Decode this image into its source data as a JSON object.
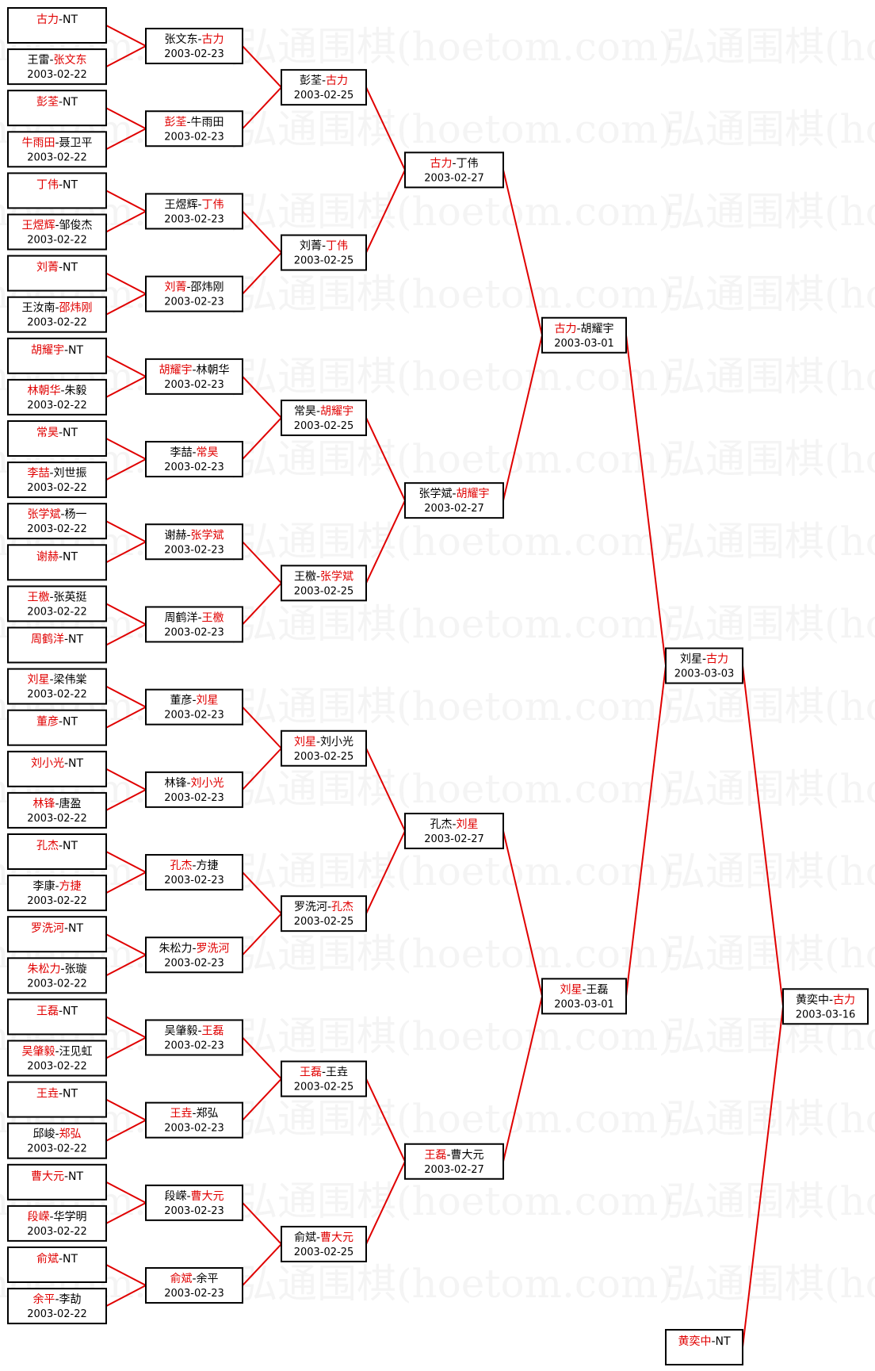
{
  "watermark": "弘通围棋(hoetom.com)",
  "colors": {
    "winner": "#e00000",
    "loser": "#000000",
    "line": "#e00000",
    "border": "#000000"
  },
  "bracket": {
    "rounds": [
      [
        {
          "a": "古力",
          "b": "NT",
          "win": "a",
          "date": ""
        },
        {
          "a": "王雷",
          "b": "张文东",
          "win": "b",
          "date": "2003-02-22"
        },
        {
          "a": "彭荃",
          "b": "NT",
          "win": "a",
          "date": ""
        },
        {
          "a": "牛雨田",
          "b": "聂卫平",
          "win": "a",
          "date": "2003-02-22"
        },
        {
          "a": "丁伟",
          "b": "NT",
          "win": "a",
          "date": ""
        },
        {
          "a": "王煜辉",
          "b": "邹俊杰",
          "win": "a",
          "date": "2003-02-22"
        },
        {
          "a": "刘菁",
          "b": "NT",
          "win": "a",
          "date": ""
        },
        {
          "a": "王汝南",
          "b": "邵炜刚",
          "win": "b",
          "date": "2003-02-22"
        },
        {
          "a": "胡耀宇",
          "b": "NT",
          "win": "a",
          "date": ""
        },
        {
          "a": "林朝华",
          "b": "朱毅",
          "win": "a",
          "date": "2003-02-22"
        },
        {
          "a": "常昊",
          "b": "NT",
          "win": "a",
          "date": ""
        },
        {
          "a": "李喆",
          "b": "刘世振",
          "win": "a",
          "date": "2003-02-22"
        },
        {
          "a": "张学斌",
          "b": "杨一",
          "win": "a",
          "date": "2003-02-22"
        },
        {
          "a": "谢赫",
          "b": "NT",
          "win": "a",
          "date": ""
        },
        {
          "a": "王檄",
          "b": "张英挺",
          "win": "a",
          "date": "2003-02-22"
        },
        {
          "a": "周鹤洋",
          "b": "NT",
          "win": "a",
          "date": ""
        },
        {
          "a": "刘星",
          "b": "梁伟棠",
          "win": "a",
          "date": "2003-02-22"
        },
        {
          "a": "董彦",
          "b": "NT",
          "win": "a",
          "date": ""
        },
        {
          "a": "刘小光",
          "b": "NT",
          "win": "a",
          "date": ""
        },
        {
          "a": "林锋",
          "b": "唐盈",
          "win": "a",
          "date": "2003-02-22"
        },
        {
          "a": "孔杰",
          "b": "NT",
          "win": "a",
          "date": ""
        },
        {
          "a": "李康",
          "b": "方捷",
          "win": "b",
          "date": "2003-02-22"
        },
        {
          "a": "罗洗河",
          "b": "NT",
          "win": "a",
          "date": ""
        },
        {
          "a": "朱松力",
          "b": "张璇",
          "win": "a",
          "date": "2003-02-22"
        },
        {
          "a": "王磊",
          "b": "NT",
          "win": "a",
          "date": ""
        },
        {
          "a": "吴肇毅",
          "b": "汪见虹",
          "win": "a",
          "date": "2003-02-22"
        },
        {
          "a": "王垚",
          "b": "NT",
          "win": "a",
          "date": ""
        },
        {
          "a": "邱峻",
          "b": "郑弘",
          "win": "b",
          "date": "2003-02-22"
        },
        {
          "a": "曹大元",
          "b": "NT",
          "win": "a",
          "date": ""
        },
        {
          "a": "段嵘",
          "b": "华学明",
          "win": "a",
          "date": "2003-02-22"
        },
        {
          "a": "俞斌",
          "b": "NT",
          "win": "a",
          "date": ""
        },
        {
          "a": "余平",
          "b": "李劼",
          "win": "a",
          "date": "2003-02-22"
        }
      ],
      [
        {
          "a": "张文东",
          "b": "古力",
          "win": "b",
          "date": "2003-02-23"
        },
        {
          "a": "彭荃",
          "b": "牛雨田",
          "win": "a",
          "date": "2003-02-23"
        },
        {
          "a": "王煜辉",
          "b": "丁伟",
          "win": "b",
          "date": "2003-02-23"
        },
        {
          "a": "刘菁",
          "b": "邵炜刚",
          "win": "a",
          "date": "2003-02-23"
        },
        {
          "a": "胡耀宇",
          "b": "林朝华",
          "win": "a",
          "date": "2003-02-23"
        },
        {
          "a": "李喆",
          "b": "常昊",
          "win": "b",
          "date": "2003-02-23"
        },
        {
          "a": "谢赫",
          "b": "张学斌",
          "win": "b",
          "date": "2003-02-23"
        },
        {
          "a": "周鹤洋",
          "b": "王檄",
          "win": "b",
          "date": "2003-02-23"
        },
        {
          "a": "董彦",
          "b": "刘星",
          "win": "b",
          "date": "2003-02-23"
        },
        {
          "a": "林锋",
          "b": "刘小光",
          "win": "b",
          "date": "2003-02-23"
        },
        {
          "a": "孔杰",
          "b": "方捷",
          "win": "a",
          "date": "2003-02-23"
        },
        {
          "a": "朱松力",
          "b": "罗洗河",
          "win": "b",
          "date": "2003-02-23"
        },
        {
          "a": "吴肇毅",
          "b": "王磊",
          "win": "b",
          "date": "2003-02-23"
        },
        {
          "a": "王垚",
          "b": "郑弘",
          "win": "a",
          "date": "2003-02-23"
        },
        {
          "a": "段嵘",
          "b": "曹大元",
          "win": "b",
          "date": "2003-02-23"
        },
        {
          "a": "俞斌",
          "b": "余平",
          "win": "a",
          "date": "2003-02-23"
        }
      ],
      [
        {
          "a": "彭荃",
          "b": "古力",
          "win": "b",
          "date": "2003-02-25"
        },
        {
          "a": "刘菁",
          "b": "丁伟",
          "win": "b",
          "date": "2003-02-25"
        },
        {
          "a": "常昊",
          "b": "胡耀宇",
          "win": "b",
          "date": "2003-02-25"
        },
        {
          "a": "王檄",
          "b": "张学斌",
          "win": "b",
          "date": "2003-02-25"
        },
        {
          "a": "刘星",
          "b": "刘小光",
          "win": "a",
          "date": "2003-02-25"
        },
        {
          "a": "罗洗河",
          "b": "孔杰",
          "win": "b",
          "date": "2003-02-25"
        },
        {
          "a": "王磊",
          "b": "王垚",
          "win": "a",
          "date": "2003-02-25"
        },
        {
          "a": "俞斌",
          "b": "曹大元",
          "win": "b",
          "date": "2003-02-25"
        }
      ],
      [
        {
          "a": "古力",
          "b": "丁伟",
          "win": "a",
          "date": "2003-02-27"
        },
        {
          "a": "张学斌",
          "b": "胡耀宇",
          "win": "b",
          "date": "2003-02-27"
        },
        {
          "a": "孔杰",
          "b": "刘星",
          "win": "b",
          "date": "2003-02-27"
        },
        {
          "a": "王磊",
          "b": "曹大元",
          "win": "a",
          "date": "2003-02-27"
        }
      ],
      [
        {
          "a": "古力",
          "b": "胡耀宇",
          "win": "a",
          "date": "2003-03-01"
        },
        {
          "a": "刘星",
          "b": "王磊",
          "win": "a",
          "date": "2003-03-01"
        }
      ],
      [
        {
          "a": "刘星",
          "b": "古力",
          "win": "b",
          "date": "2003-03-03"
        }
      ]
    ],
    "qualifier": {
      "a": "黄奕中",
      "b": "NT",
      "win": "a",
      "date": ""
    },
    "final": {
      "a": "黄奕中",
      "b": "古力",
      "win": "b",
      "date": "2003-03-16"
    }
  }
}
